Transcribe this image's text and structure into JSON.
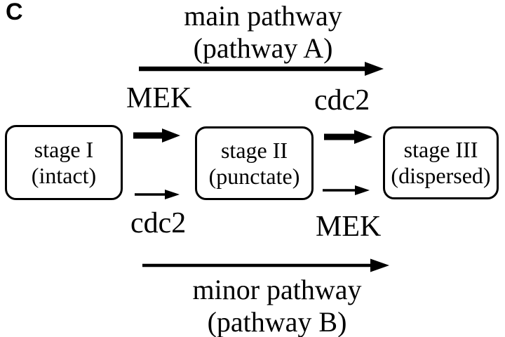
{
  "panel_label": "C",
  "main_pathway": {
    "title": "main pathway",
    "subtitle": "(pathway A)"
  },
  "minor_pathway": {
    "title": "minor pathway",
    "subtitle": "(pathway B)"
  },
  "stages": [
    {
      "name": "stage I",
      "description": "(intact)"
    },
    {
      "name": "stage II",
      "description": "(punctate)"
    },
    {
      "name": "stage III",
      "description": "(dispersed)"
    }
  ],
  "transitions": [
    {
      "from": "stage I",
      "to": "stage II",
      "main_label": "MEK",
      "minor_label": "cdc2"
    },
    {
      "from": "stage II",
      "to": "stage III",
      "main_label": "cdc2",
      "minor_label": "MEK"
    }
  ],
  "colors": {
    "ink": "#000000",
    "background": "#ffffff"
  }
}
